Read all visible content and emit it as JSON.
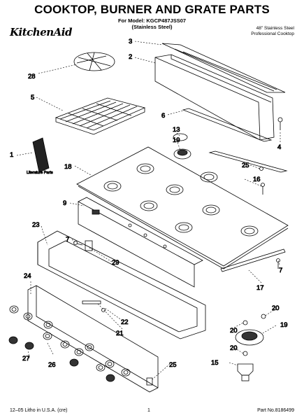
{
  "header": {
    "title": "COOKTOP, BURNER AND GRATE PARTS",
    "model_line": "For Model: KGCP487JSS07",
    "model_sub": "(Stainless Steel)",
    "brand": "KitchenAid",
    "desc_line1": "48\" Stainless Steel",
    "desc_line2": "Professional Cooktop"
  },
  "labels": {
    "literature": "Literature Parts",
    "p1": "1",
    "p2": "2",
    "p3": "3",
    "p4": "4",
    "p5": "5",
    "p6": "6",
    "p7a": "7",
    "p7b": "7",
    "p9": "9",
    "p13": "13",
    "p15": "15",
    "p16": "16",
    "p17": "17",
    "p18": "18",
    "p19a": "19",
    "p19b": "19",
    "p20a": "20",
    "p20b": "20",
    "p20c": "20",
    "p21": "21",
    "p22": "22",
    "p23": "23",
    "p24": "24",
    "p25a": "25",
    "p25b": "25",
    "p26": "26",
    "p27": "27",
    "p28": "28",
    "p29": "29"
  },
  "footer": {
    "left": "12–05 Litho in U.S.A. (cre)",
    "page": "1",
    "part_no": "Part No.8186499"
  }
}
